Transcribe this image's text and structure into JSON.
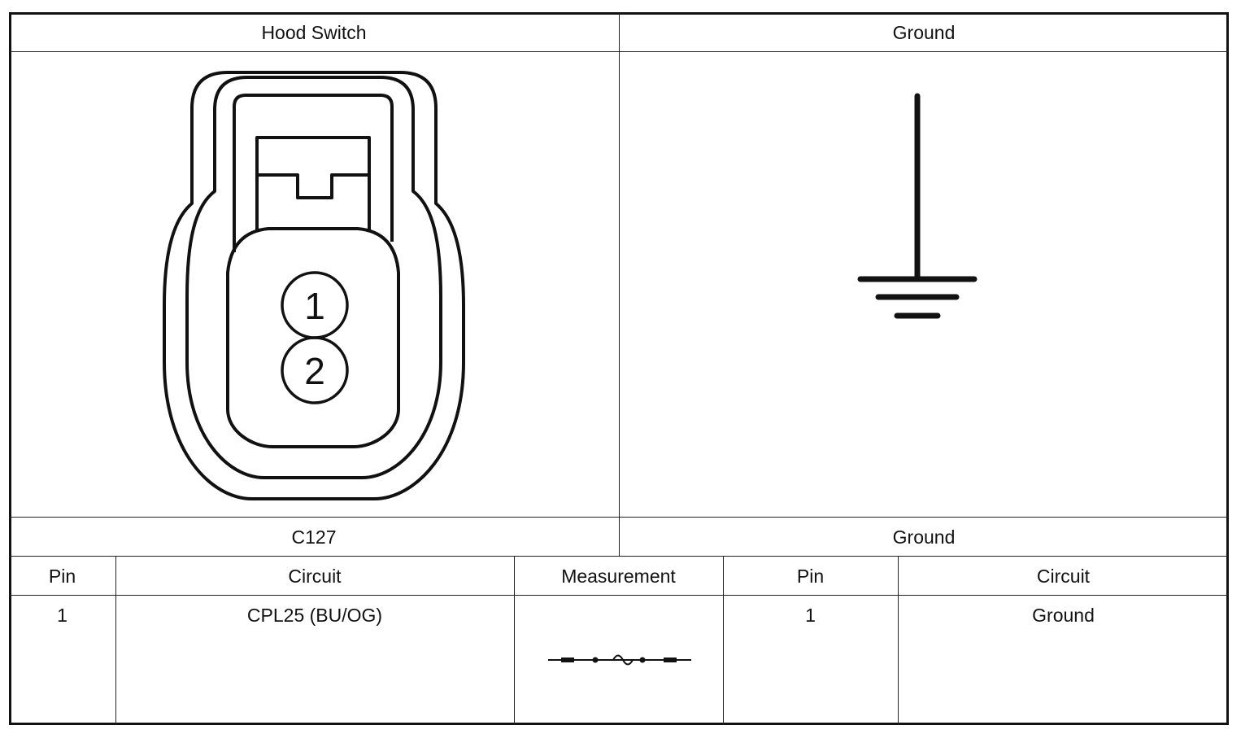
{
  "header": {
    "left_title": "Hood Switch",
    "right_title": "Ground"
  },
  "connector": {
    "pins": [
      "1",
      "2"
    ],
    "id_label": "C127"
  },
  "ground": {
    "id_label": "Ground",
    "symbol": "ground-symbol-icon"
  },
  "table": {
    "left_headers": {
      "pin": "Pin",
      "circuit": "Circuit",
      "measurement": "Measurement"
    },
    "right_headers": {
      "pin": "Pin",
      "circuit": "Circuit"
    },
    "left_rows": [
      {
        "pin": "1",
        "circuit": "CPL25 (BU/OG)",
        "measurement_icon": "fuse-resistance-icon"
      }
    ],
    "right_rows": [
      {
        "pin": "1",
        "circuit": "Ground"
      }
    ]
  }
}
